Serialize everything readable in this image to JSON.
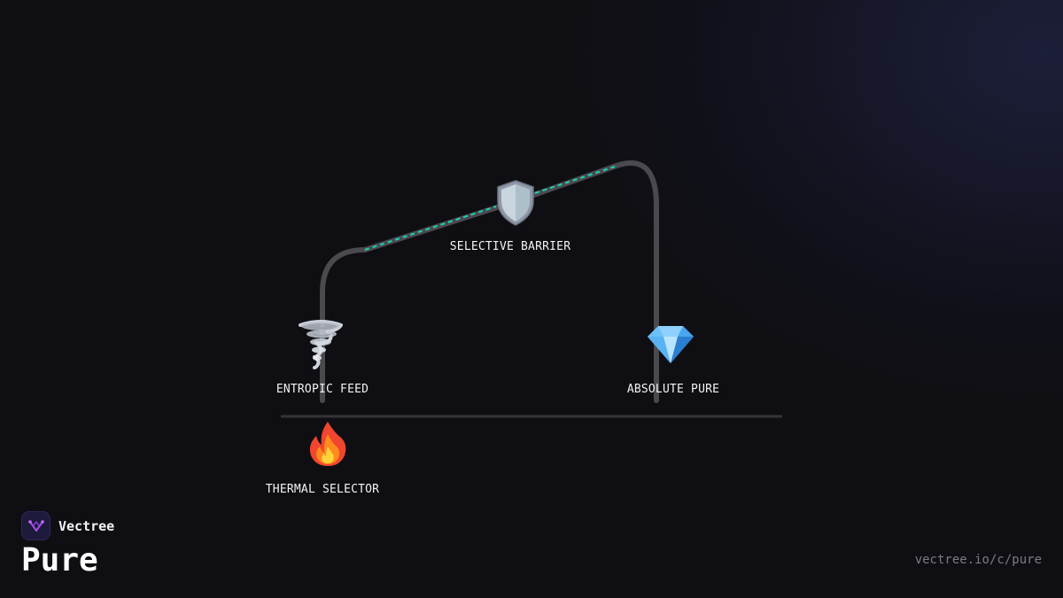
{
  "brand": {
    "name": "Vectree",
    "logo_icon": "vectree-logo-icon"
  },
  "page": {
    "title": "Pure",
    "url": "vectree.io/c/pure"
  },
  "colors": {
    "background": "#0f0f13",
    "edge": "#4a4a4e",
    "edge_active": "#3b6f64",
    "flow_dash": "#19d4b4",
    "baseline": "#333338",
    "label": "#f2f2f2",
    "url": "#7a7a82"
  },
  "nodes": [
    {
      "id": "entropic-feed",
      "label": "ENTROPIC FEED",
      "icon": "tornado-icon"
    },
    {
      "id": "selective-barrier",
      "label": "SELECTIVE BARRIER",
      "icon": "shield-icon"
    },
    {
      "id": "absolute-pure",
      "label": "ABSOLUTE PURE",
      "icon": "gem-icon"
    },
    {
      "id": "thermal-selector",
      "label": "THERMAL SELECTOR",
      "icon": "fire-icon"
    }
  ]
}
